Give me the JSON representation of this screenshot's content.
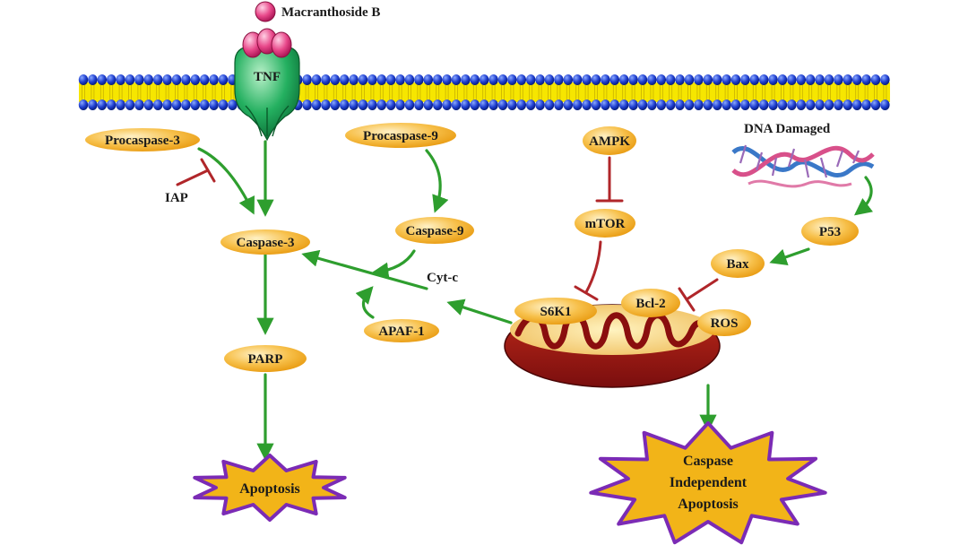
{
  "drug_label": "Macranthoside B",
  "receptor_label": "TNF",
  "dna_label": "DNA Damaged",
  "nodes": {
    "procaspase3": "Procaspase-3",
    "iap": "IAP",
    "caspase3": "Caspase-3",
    "parp": "PARP",
    "procaspase9": "Procaspase-9",
    "caspase9": "Caspase-9",
    "cytc": "Cyt-c",
    "apaf1": "APAF-1",
    "ampk": "AMPK",
    "mtor": "mTOR",
    "s6k1": "S6K1",
    "bcl2": "Bcl-2",
    "ros": "ROS",
    "bax": "Bax",
    "p53": "P53"
  },
  "outcomes": {
    "apoptosis": "Apoptosis",
    "caspase_independent": [
      "Caspase",
      "Independent",
      "Apoptosis"
    ]
  },
  "colors": {
    "activation_arrow": "#2e9e2e",
    "inhibition_arrow": "#b0262a",
    "node_fill": "#f5b530",
    "membrane_head": "#1f3fd0",
    "membrane_tail": "#f2e200",
    "receptor": "#1aa05a",
    "ligand": "#e0307a",
    "mitochondria": "#9a1414",
    "star_fill": "#f2b418",
    "star_border": "#7b2bb5"
  }
}
